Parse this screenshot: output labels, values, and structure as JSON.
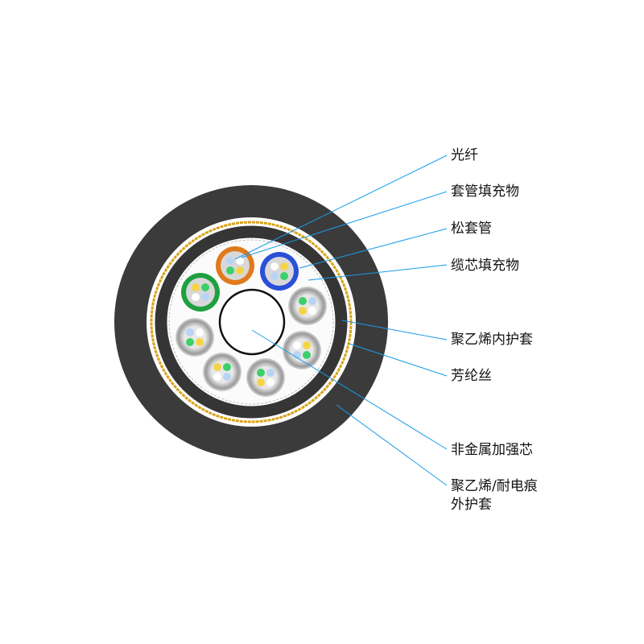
{
  "title": "光缆截面结构图",
  "labels": {
    "fiber": "光纤",
    "tube_filler": "套管填充物",
    "loose_tube": "松套管",
    "core_filler": "缆芯填充物",
    "pe_inner_sheath": "聚乙烯内护套",
    "aramid": "芳纶丝",
    "fr_strength_member": "非金属加强芯",
    "outer_sheath_line1": "聚乙烯/耐电痕",
    "outer_sheath_line2": "外护套"
  },
  "colors": {
    "leader_line": "#1a9be8",
    "sheath": "#3a3a3a",
    "aramid": "#d9a21a",
    "tube_orange": "#e07a1a",
    "tube_blue": "#2a4fd8",
    "tube_green": "#1fa040",
    "tube_natural": "#b8b8b8"
  }
}
